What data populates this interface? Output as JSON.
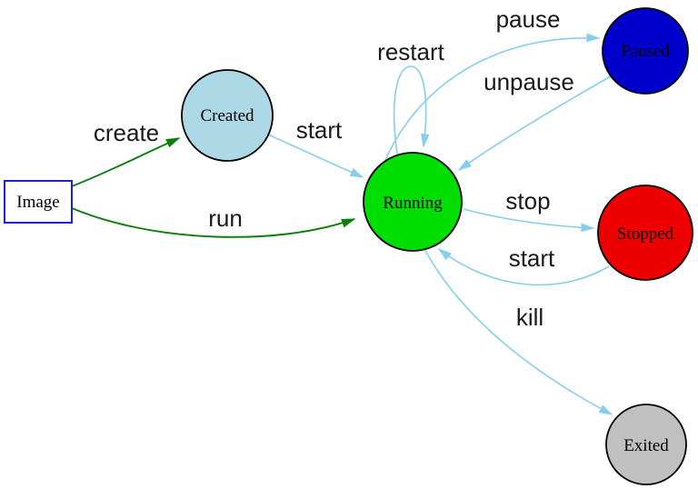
{
  "diagram": {
    "colors": {
      "transition_edge": "#87ceeb",
      "creation_edge": "#0b7e0b",
      "node_border": "#000000",
      "background": "#ffffff"
    },
    "nodes": {
      "image": {
        "label": "Image",
        "shape": "box",
        "fill": "#ffffff",
        "stroke": "#2222cc"
      },
      "created": {
        "label": "Created",
        "shape": "circle",
        "fill": "#add8e6",
        "stroke": "#000000"
      },
      "running": {
        "label": "Running",
        "shape": "circle",
        "fill": "#00dd00",
        "stroke": "#000000"
      },
      "paused": {
        "label": "Paused",
        "shape": "circle",
        "fill": "#0000cd",
        "stroke": "#000000"
      },
      "stopped": {
        "label": "Stopped",
        "shape": "circle",
        "fill": "#ee0000",
        "stroke": "#000000"
      },
      "exited": {
        "label": "Exited",
        "shape": "circle",
        "fill": "#c0c0c0",
        "stroke": "#000000"
      }
    },
    "edges": {
      "create": {
        "label": "create",
        "from": "Image",
        "to": "Created",
        "color": "#0b7e0b"
      },
      "run": {
        "label": "run",
        "from": "Image",
        "to": "Running",
        "color": "#0b7e0b"
      },
      "start": {
        "label": "start",
        "from": "Created",
        "to": "Running",
        "color": "#87ceeb"
      },
      "restart": {
        "label": "restart",
        "from": "Running",
        "to": "Running",
        "color": "#87ceeb"
      },
      "pause": {
        "label": "pause",
        "from": "Running",
        "to": "Paused",
        "color": "#87ceeb"
      },
      "unpause": {
        "label": "unpause",
        "from": "Paused",
        "to": "Running",
        "color": "#87ceeb"
      },
      "stop": {
        "label": "stop",
        "from": "Running",
        "to": "Stopped",
        "color": "#87ceeb"
      },
      "start2": {
        "label": "start",
        "from": "Stopped",
        "to": "Running",
        "color": "#87ceeb"
      },
      "kill": {
        "label": "kill",
        "from": "Running",
        "to": "Exited",
        "color": "#87ceeb"
      }
    }
  }
}
